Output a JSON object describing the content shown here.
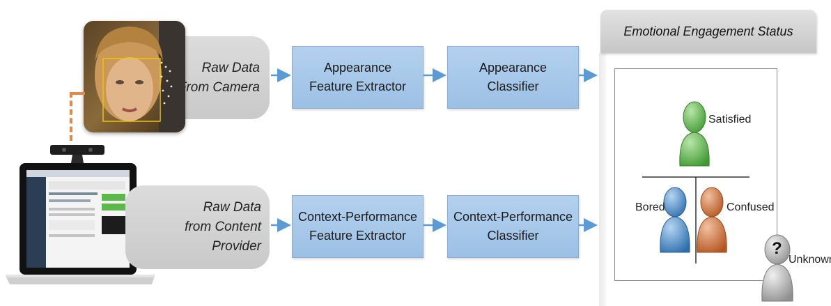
{
  "top_row": {
    "source_line1": "Raw Data",
    "source_line2": "From Camera",
    "extractor_line1": "Appearance",
    "extractor_line2": "Feature Extractor",
    "classifier_line1": "Appearance",
    "classifier_line2": "Classifier"
  },
  "bottom_row": {
    "source_line1": "Raw Data",
    "source_line2": "from Content Provider",
    "extractor_line1": "Context-Performance",
    "extractor_line2": "Feature Extractor",
    "classifier_line1": "Context-Performance",
    "classifier_line2": "Classifier"
  },
  "status": {
    "title": "Emotional Engagement Status",
    "states": {
      "satisfied": "Satisfied",
      "bored": "Bored",
      "confused": "Confused",
      "unknown": "Unknown",
      "unknown_mark": "?"
    }
  },
  "colors": {
    "box_fill": "#a8c8ea",
    "arrow": "#5b9bd5",
    "satisfied": "#5cb84a",
    "bored": "#4f8fc9",
    "confused": "#d2753f",
    "unknown": "#b3b3b3",
    "dashed_link": "#e08a4a"
  }
}
